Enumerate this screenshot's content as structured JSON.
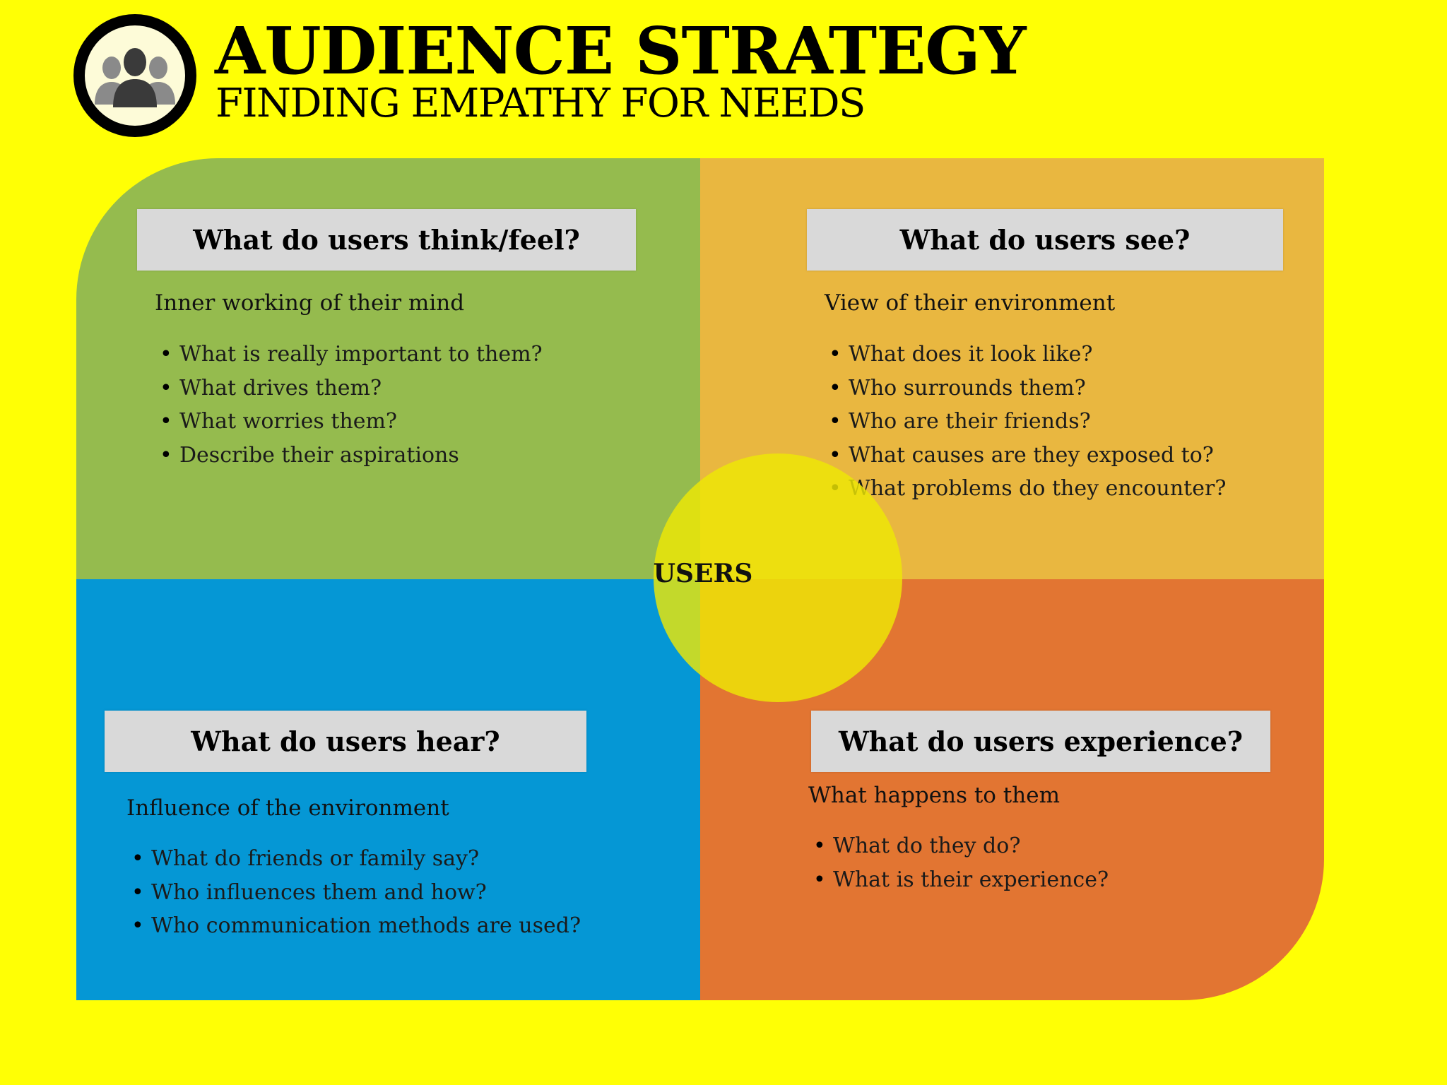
{
  "header": {
    "title": "AUDIENCE STRATEGY",
    "subtitle": "FINDING EMPATHY FOR NEEDS",
    "logo_icon": "users-group-icon"
  },
  "colors": {
    "background": "#ffff05",
    "think_feel": "#95bb4e",
    "see": "#e9b740",
    "hear": "#0597d5",
    "experience": "#e27532",
    "center": "#eee805",
    "header_box": "#d9d9d9"
  },
  "center": {
    "label": "USERS"
  },
  "quadrants": {
    "think_feel": {
      "heading": "What do users think/feel?",
      "subheading": "Inner working of their mind",
      "items": [
        "What is really important to them?",
        "What drives them?",
        "What worries them?",
        "Describe their aspirations"
      ]
    },
    "see": {
      "heading": "What do users see?",
      "subheading": "View of their environment",
      "items": [
        "What does it look like?",
        "Who surrounds them?",
        "Who are their friends?",
        "What causes are they exposed to?",
        "What problems do they encounter?"
      ]
    },
    "hear": {
      "heading": "What do users hear?",
      "subheading": "Influence of the environment",
      "items": [
        "What do friends or family say?",
        "Who influences them and how?",
        "Who communication methods are used?"
      ]
    },
    "experience": {
      "heading": "What do users experience?",
      "subheading": "What happens to them",
      "items": [
        "What do they do?",
        "What is their experience?"
      ]
    }
  }
}
